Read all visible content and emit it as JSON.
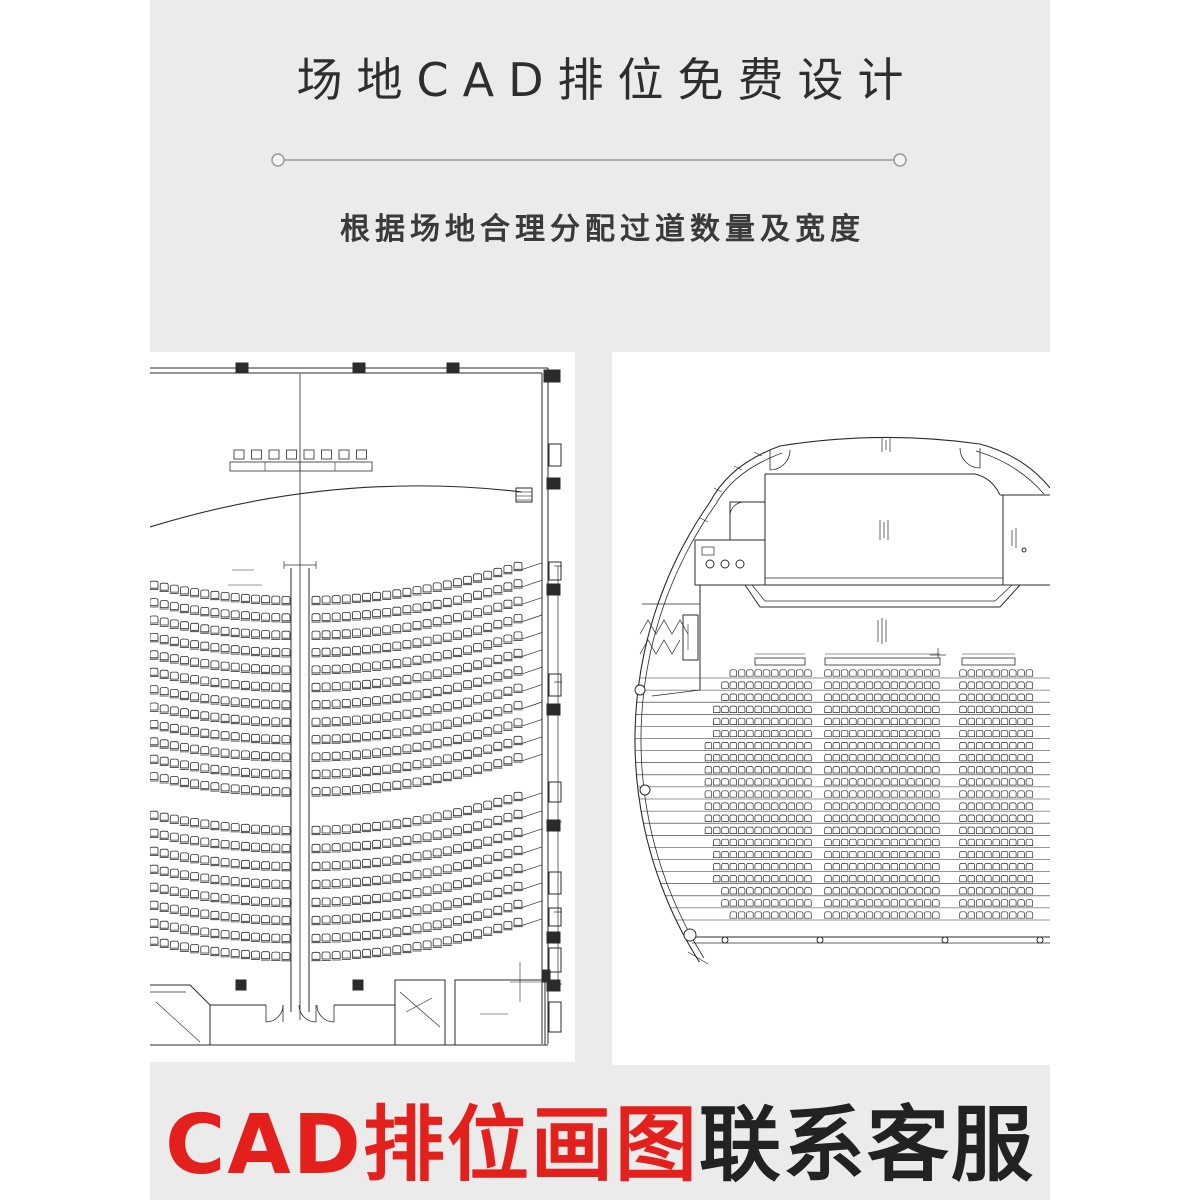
{
  "header": {
    "title": "场地CAD排位免费设计",
    "subtitle": "根据场地合理分配过道数量及宽度"
  },
  "drawings": {
    "left": {
      "icon": "auditorium-seating-floor-plan"
    },
    "right": {
      "icon": "hall-seating-floor-plan"
    }
  },
  "footer": {
    "highlight": "CAD排位画图",
    "rest": "联系客服"
  },
  "colors": {
    "panel": "#ebebeb",
    "title_text": "#2e2e2e",
    "subtitle_text": "#3a3a3a",
    "divider": "#9a9a9a",
    "highlight": "#e3201b",
    "footer_text": "#222222",
    "drawing_line": "#2b2b2b",
    "drawing_paper": "#ffffff"
  }
}
